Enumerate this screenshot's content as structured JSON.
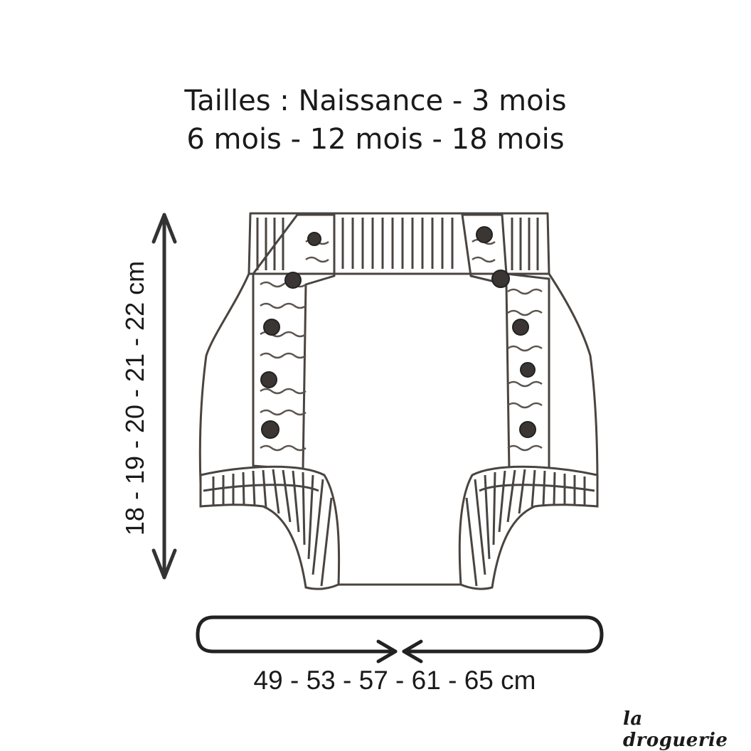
{
  "title": {
    "line1": "Tailles : Naissance - 3 mois",
    "line2": "6 mois - 12 mois - 18 mois"
  },
  "height_measure": "18 - 19 - 20 - 21 - 22 cm",
  "waist_measure": "49 - 53 - 57 - 61 - 65 cm",
  "brand": "la droguerie",
  "colors": {
    "ink": "#1a1a1a",
    "sketch": "#4a4440",
    "background": "#ffffff"
  }
}
